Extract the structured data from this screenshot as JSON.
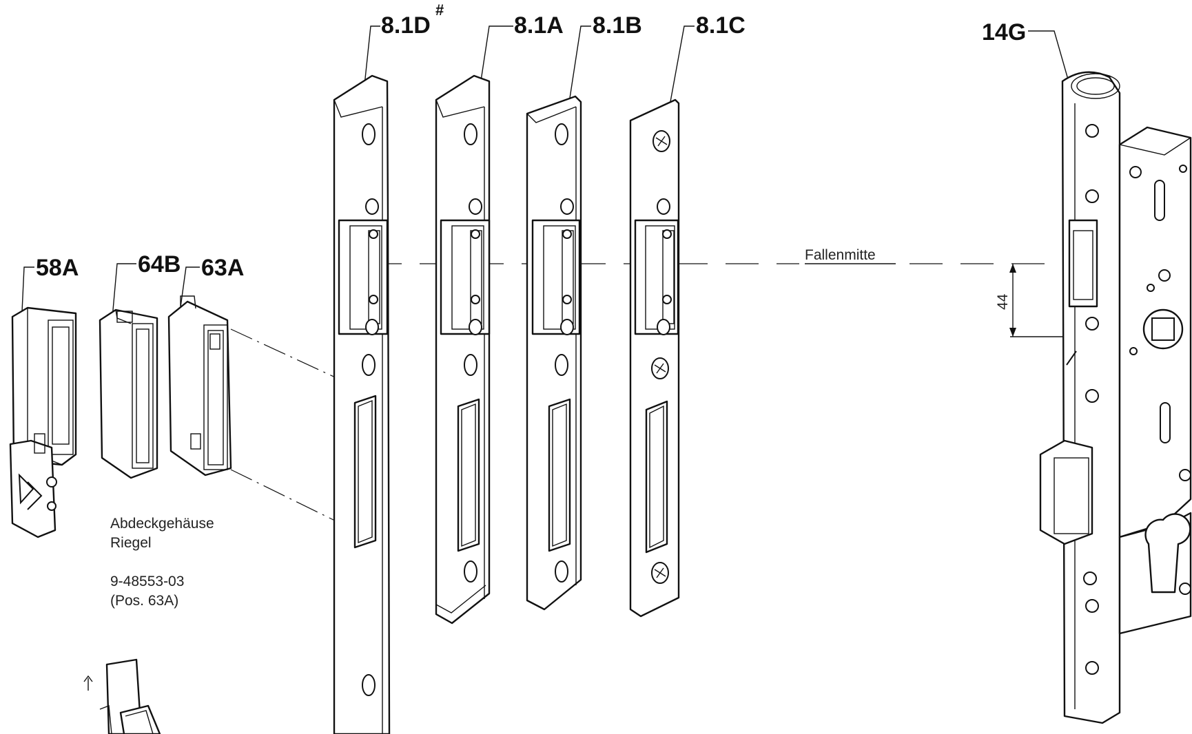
{
  "labels": {
    "d81": "8.1D",
    "d81_sup": "#",
    "a81": "8.1A",
    "b81": "8.1B",
    "c81": "8.1C",
    "g14": "14G",
    "a58": "58A",
    "b64": "64B",
    "a63": "63A"
  },
  "annotations": {
    "latch_center": "Fallenmitte",
    "dimension": "44",
    "cover_line1": "Abdeckgehäuse",
    "cover_line2": "Riegel",
    "part_no": "9-48553-03",
    "pos_ref": "(Pos. 63A)"
  }
}
